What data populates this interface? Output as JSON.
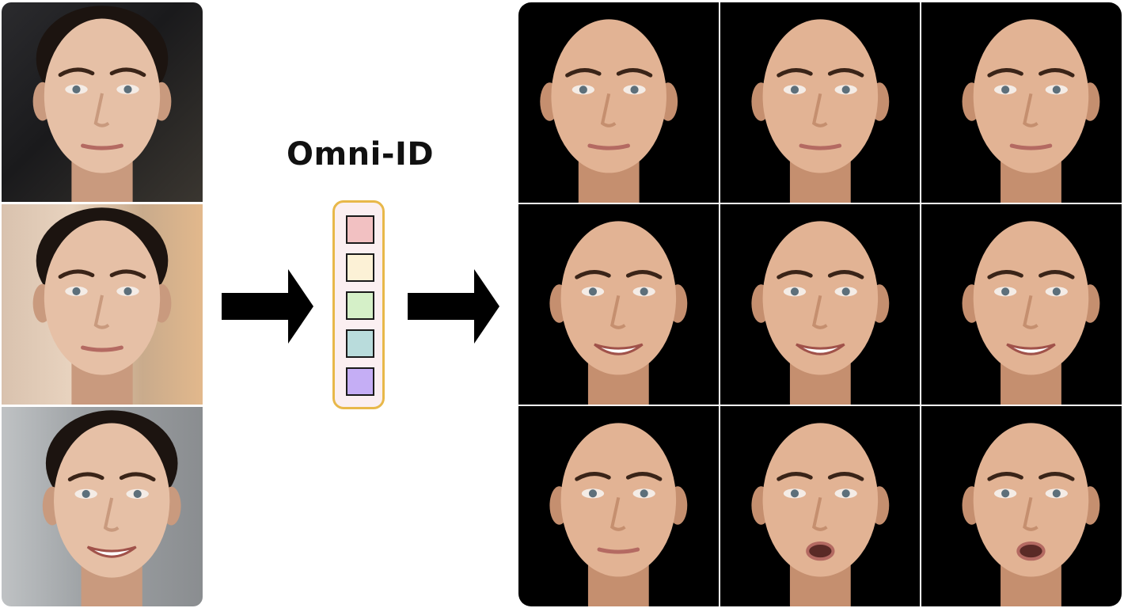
{
  "model": {
    "title": "Omni-ID"
  },
  "embedding": {
    "tokens": [
      {
        "color": "#f2c1c2"
      },
      {
        "color": "#fcf1d6"
      },
      {
        "color": "#d5f0c8"
      },
      {
        "color": "#b9dcdc"
      },
      {
        "color": "#c5aef5"
      }
    ],
    "border_color": "#e8b84a",
    "fill_color": "#fbeff1"
  },
  "inputs": [
    {
      "kind": "face-photo-neutral-frontal",
      "expression": "neutral"
    },
    {
      "kind": "face-photo-slight-smile",
      "expression": "neutral"
    },
    {
      "kind": "face-photo-smiling-profile",
      "expression": "smile"
    }
  ],
  "outputs": [
    {
      "pose": "turned-left",
      "expression": "neutral"
    },
    {
      "pose": "frontal",
      "expression": "neutral"
    },
    {
      "pose": "turned-right",
      "expression": "neutral"
    },
    {
      "pose": "frontal",
      "expression": "smile"
    },
    {
      "pose": "frontal",
      "expression": "smile"
    },
    {
      "pose": "turned-right",
      "expression": "smile"
    },
    {
      "pose": "frontal",
      "expression": "neutral"
    },
    {
      "pose": "frontal",
      "expression": "open-mouth"
    },
    {
      "pose": "turned-right",
      "expression": "open-mouth"
    }
  ]
}
